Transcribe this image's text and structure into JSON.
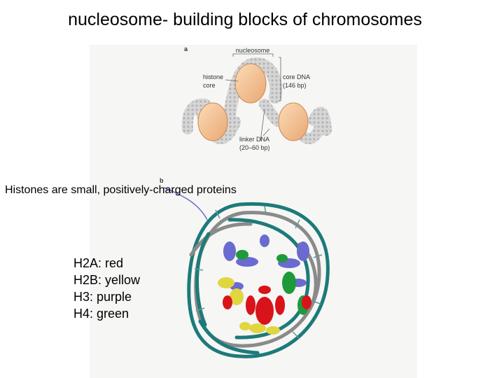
{
  "slide": {
    "title": "nucleosome- building blocks of chromosomes",
    "caption": "Histones are small, positively-charged proteins",
    "legend": [
      "H2A: red",
      "H2B: yellow",
      "H3: purple",
      "H4: green"
    ]
  },
  "figure": {
    "panel_a": {
      "letter": "a",
      "nucleosome_label": "nucleosome",
      "histone_core_label": [
        "histone",
        "core"
      ],
      "core_dna_label": [
        "core DNA",
        "(146 bp)"
      ],
      "linker_dna_label": [
        "linker DNA",
        "(20–60 bp)"
      ]
    },
    "panel_b": {
      "letter": "b"
    }
  },
  "colors": {
    "h2a": "#d8141a",
    "h2b": "#e0d640",
    "h3": "#6a6ad0",
    "h4": "#1f9a3a",
    "dna_teal": "#1d7a7a",
    "dna_grey": "#8a8a8a",
    "histone_core": "#f4c79a"
  }
}
